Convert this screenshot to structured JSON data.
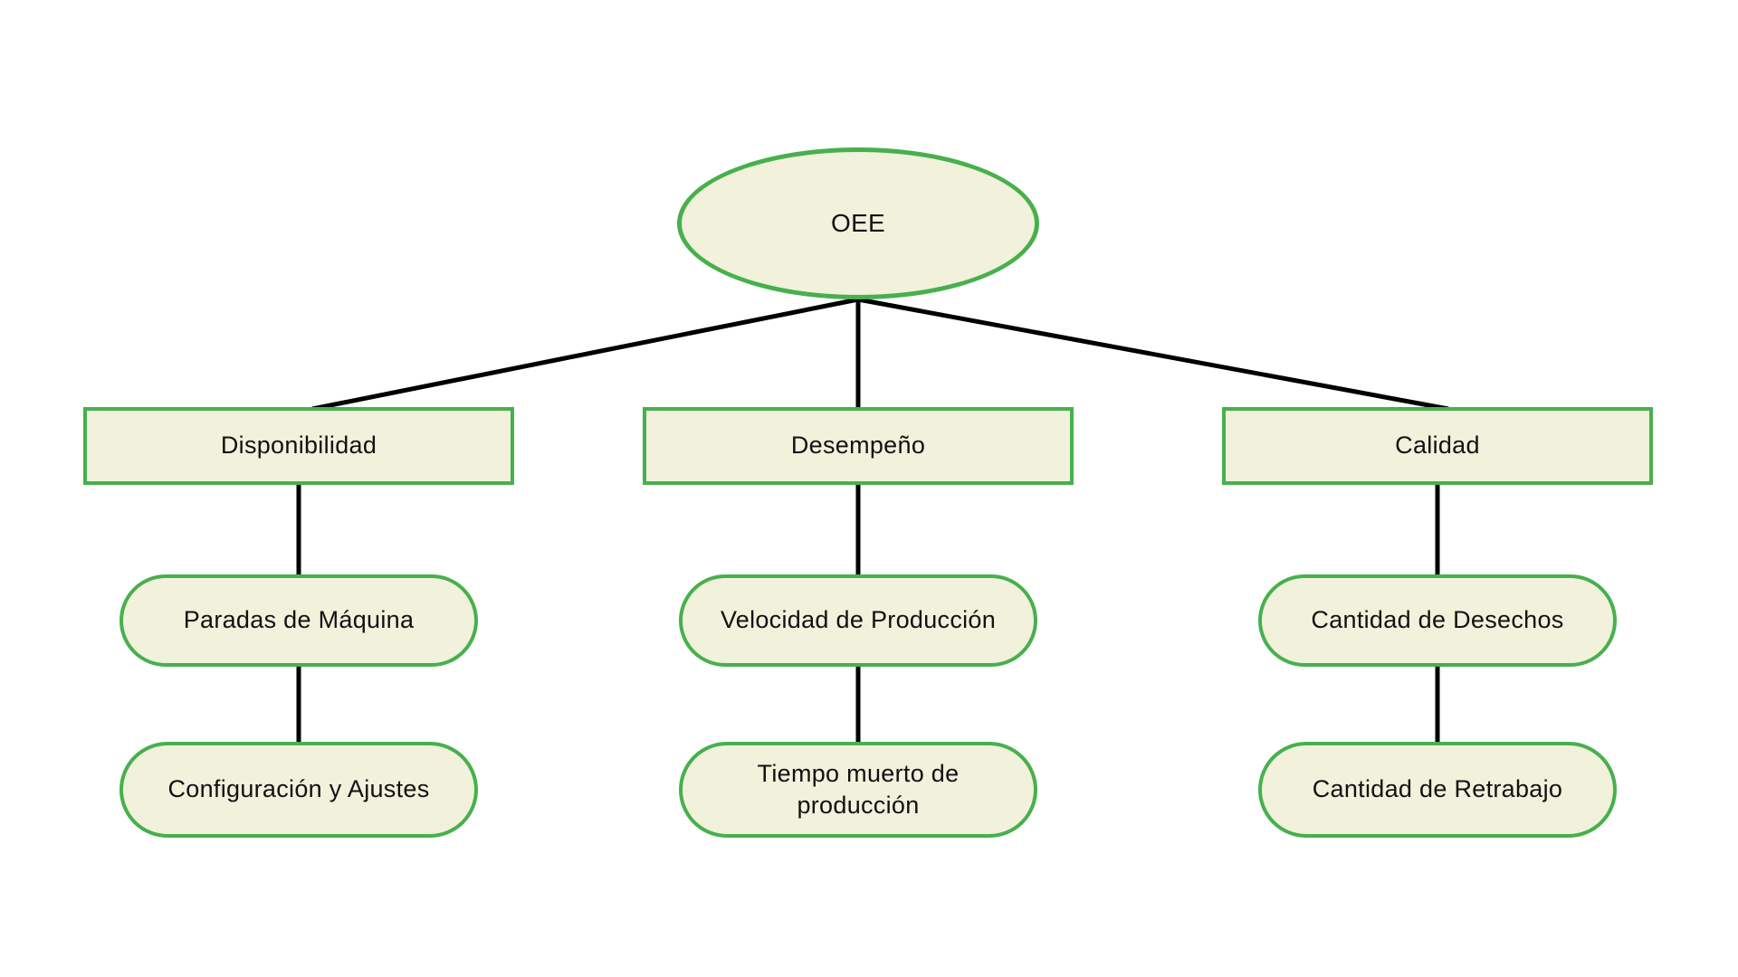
{
  "diagram": {
    "root": {
      "label": "OEE"
    },
    "branches": [
      {
        "label": "Disponibilidad",
        "children": [
          {
            "label": "Paradas de Máquina"
          },
          {
            "label": "Configuración y Ajustes"
          }
        ]
      },
      {
        "label": "Desempeño",
        "children": [
          {
            "label": "Velocidad de Producción"
          },
          {
            "label": "Tiempo muerto de producción"
          }
        ]
      },
      {
        "label": "Calidad",
        "children": [
          {
            "label": "Cantidad de Desechos"
          },
          {
            "label": "Cantidad de Retrabajo"
          }
        ]
      }
    ],
    "colors": {
      "node_fill": "#F1F1DC",
      "node_border": "#47B04D",
      "connector": "#000000",
      "background": "#FFFFFF"
    }
  }
}
